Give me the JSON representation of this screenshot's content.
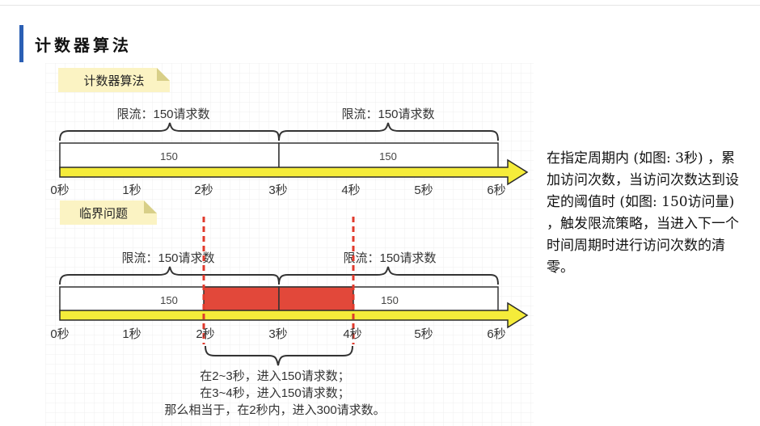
{
  "section": {
    "title": "计数器算法"
  },
  "diagram": {
    "top_tag": "计数器算法",
    "bottom_tag": "临界问题",
    "limit_label": "限流：150请求数",
    "window_value": "150",
    "time_ticks": [
      "0秒",
      "1秒",
      "2秒",
      "3秒",
      "4秒",
      "5秒",
      "6秒"
    ],
    "explanation_lines": [
      "在2~3秒，进入150请求数；",
      "在3~4秒，进入150请求数；",
      "那么相当于，在2秒内，进入300请求数。"
    ],
    "colors": {
      "arrow": "#f5ec3a",
      "critical": "#e2483a",
      "dash": "#e03a2c",
      "tag": "#fbf3c3"
    }
  },
  "description": "在指定周期内 (如图: 3秒) ，累加访问次数，当访问次数达到设定的阈值时 (如图: 150访问量) ，触发限流策略，当进入下一个时间周期时进行访问次数的清零。"
}
